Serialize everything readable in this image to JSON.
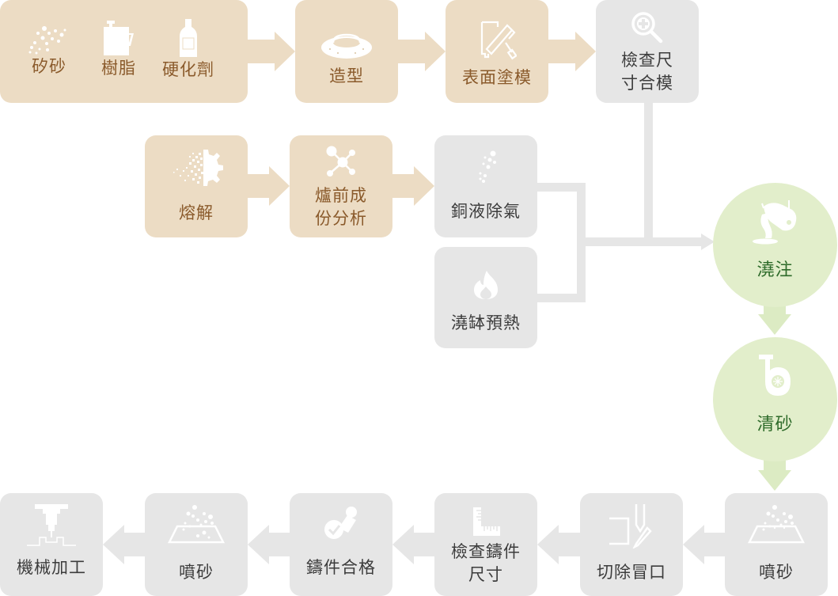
{
  "colors": {
    "prep_fill": "#ecdcc4",
    "prep_text": "#8a5a2b",
    "post_fill": "#e6e6e6",
    "post_text": "#3c3c3c",
    "key_fill": "#e2eecb",
    "key_text": "#2e6b2a",
    "prep_arrow": "#ecdcc4",
    "post_arrow": "#e6e6e6",
    "key_arrow": "#dcebc3"
  },
  "materials": [
    {
      "label": "矽砂",
      "icon": "sand-particles-icon"
    },
    {
      "label": "樹脂",
      "icon": "resin-jug-icon"
    },
    {
      "label": "硬化劑",
      "icon": "hardener-bottle-icon"
    }
  ],
  "steps": {
    "molding": {
      "label": "造型",
      "icon": "mold-ring-icon"
    },
    "coating": {
      "label": "表面塗模",
      "icon": "paint-roller-icon"
    },
    "inspect_mold": {
      "label_line1": "檢查尺",
      "label_line2": "寸合模",
      "icon": "magnify-plus-icon"
    },
    "melting": {
      "label": "熔解",
      "icon": "melting-gear-icon"
    },
    "analysis": {
      "label_line1": "爐前成",
      "label_line2": "份分析",
      "icon": "molecule-icon"
    },
    "degas": {
      "label": "銅液除氣",
      "icon": "bubbles-icon"
    },
    "preheat": {
      "label": "澆缽預熱",
      "icon": "flame-icon"
    },
    "pouring": {
      "label": "澆注",
      "icon": "ladle-pour-icon"
    },
    "sand_removal": {
      "label": "清砂",
      "icon": "blower-icon"
    },
    "blast1": {
      "label": "噴砂",
      "icon": "sandblast-icon"
    },
    "cut_riser": {
      "label": "切除冒口",
      "icon": "cutter-icon"
    },
    "inspect_casting": {
      "label_line1": "檢查鑄件",
      "label_line2": "尺寸",
      "icon": "ruler-square-icon"
    },
    "casting_pass": {
      "label": "鑄件合格",
      "icon": "approval-stamp-icon"
    },
    "blast2": {
      "label": "噴砂",
      "icon": "sandblast-icon"
    },
    "machining": {
      "label": "機械加工",
      "icon": "cnc-spindle-icon"
    }
  }
}
